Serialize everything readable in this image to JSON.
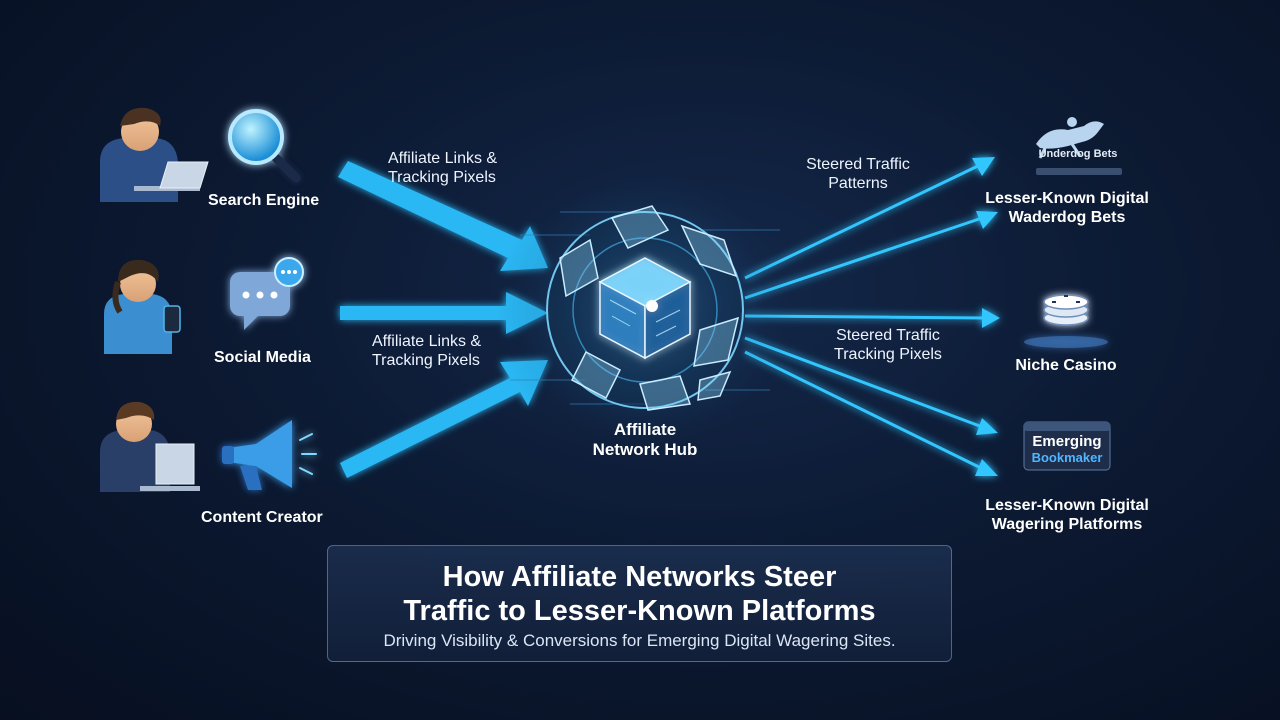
{
  "sources": [
    {
      "label": "Search Engine",
      "icon": "magnifier-icon"
    },
    {
      "label": "Social Media",
      "icon": "chat-bubble-icon"
    },
    {
      "label": "Content Creator",
      "icon": "megaphone-icon"
    }
  ],
  "flow_labels": {
    "left_top": [
      "Affiliate Links &",
      "Tracking Pixels"
    ],
    "left_mid": [
      "Affiliate Links &",
      "Tracking Pixels"
    ],
    "right_top": [
      "Steered Traffic",
      "Patterns"
    ],
    "right_mid": [
      "Steered Traffic",
      "Tracking Pixels"
    ]
  },
  "hub": {
    "label": [
      "Affiliate",
      "Network Hub"
    ]
  },
  "platforms": [
    {
      "logo": "Underdog Bets",
      "name": [
        "Lesser-Known Digital",
        "Waderdog Bets"
      ],
      "icon": "horse-racing-icon"
    },
    {
      "name": [
        "Niche Casino"
      ],
      "icon": "casino-chips-icon"
    },
    {
      "logo": [
        "Emerging",
        "Bookmaker"
      ],
      "name": [
        "Lesser-Known Digital",
        "Wagering Platforms"
      ]
    }
  ],
  "title": {
    "line1": "How Affiliate Networks Steer",
    "line2": "Traffic to Lesser-Known Platforms",
    "subtitle": "Driving Visibility & Conversions for Emerging Digital Wagering Sites."
  },
  "colors": {
    "accent": "#3fd0ff",
    "arrow": "#29b9f5",
    "background": "#0c1a33"
  }
}
